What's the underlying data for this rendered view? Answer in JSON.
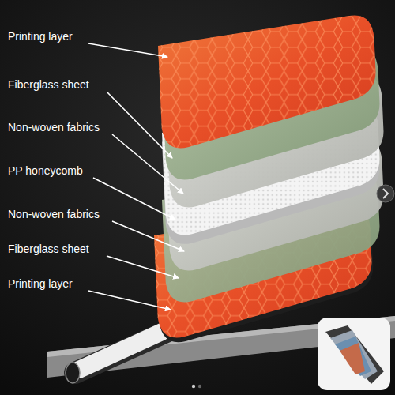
{
  "diagram": {
    "labels": [
      "Printing layer",
      "Fiberglass sheet",
      "Non-woven fabrics",
      "PP honeycomb",
      "Non-woven fabrics",
      "Fiberglass sheet",
      "Printing layer"
    ]
  }
}
